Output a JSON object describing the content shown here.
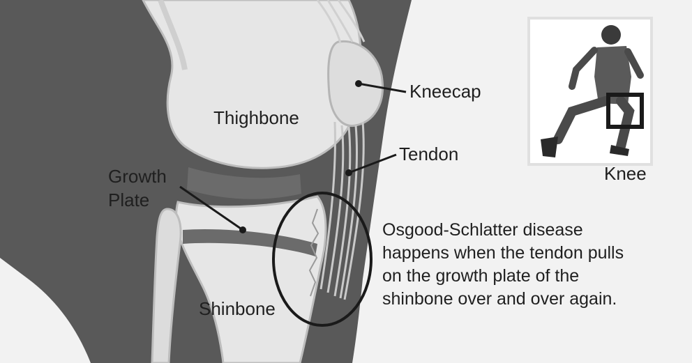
{
  "labels": {
    "thighbone": "Thighbone",
    "kneecap": "Kneecap",
    "tendon": "Tendon",
    "growth_plate_line1": "Growth",
    "growth_plate_line2": "Plate",
    "shinbone": "Shinbone",
    "knee": "Knee"
  },
  "caption": {
    "line1": "Osgood-Schlatter disease",
    "line2": "happens when the tendon pulls",
    "line3": "on the growth plate of the",
    "line4": "shinbone over and over again."
  },
  "colors": {
    "background": "#f2f2f2",
    "leg_skin": "#595959",
    "bone": "#e4e4e4",
    "bone_outline": "#bdbdbd",
    "cartilage": "#6e6e6e",
    "text": "#1f1f1f"
  }
}
